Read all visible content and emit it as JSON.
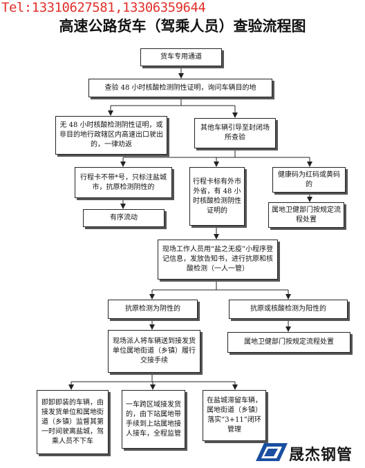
{
  "watermark": {
    "phone": "Tel:13310627581,13306359644"
  },
  "title": "高速公路货车（驾乘人员）查验流程图",
  "nodes": {
    "n1": "货车专用通道",
    "n2": "查验 48 小时核酸检测阴性证明，询问车辆目的地",
    "n3": "无 48 小时核酸检测阴性证明，或非目的地行政辖区内高速出口驶出的，一律劝返",
    "n4": "其他车辆引导至封闭场所查验",
    "n5": "行程卡不带*号，只标注盐城市，抗原检测阴性的",
    "n6": "行程卡标有外市外省，有 48 小时核酸检测阴性证明的",
    "n7": "健康码为红码或黄码的",
    "n8": "有序流动",
    "n9": "属地卫健部门按规定流程处置",
    "n10": "现场工作人员用“盐之无疫”小程序登记信息，发放告知书，进行抗原和核酸检测（一人一管）",
    "n11": "抗原检测为阴性的",
    "n12": "抗原或核酸检测为阳性的",
    "n13": "现场派人将车辆送到接发货单位属地街道（乡镇）履行交接手续",
    "n14": "属地卫健部门按规定流程处置",
    "n15": "即卸即装的车辆，由接发货单位和属地街道（乡镇）监督其第一时间驶离盐城，驾乘人员不下车",
    "n16": "一车跨区域接发货的，由下站属地带手续到上站属地接人接车，全程监管",
    "n17": "在盐城滞留车辆，属地街道（乡镇）落实“3+11”闭环管理"
  },
  "logo": {
    "text": "晟杰钢管",
    "color": "#1a4fa0"
  }
}
